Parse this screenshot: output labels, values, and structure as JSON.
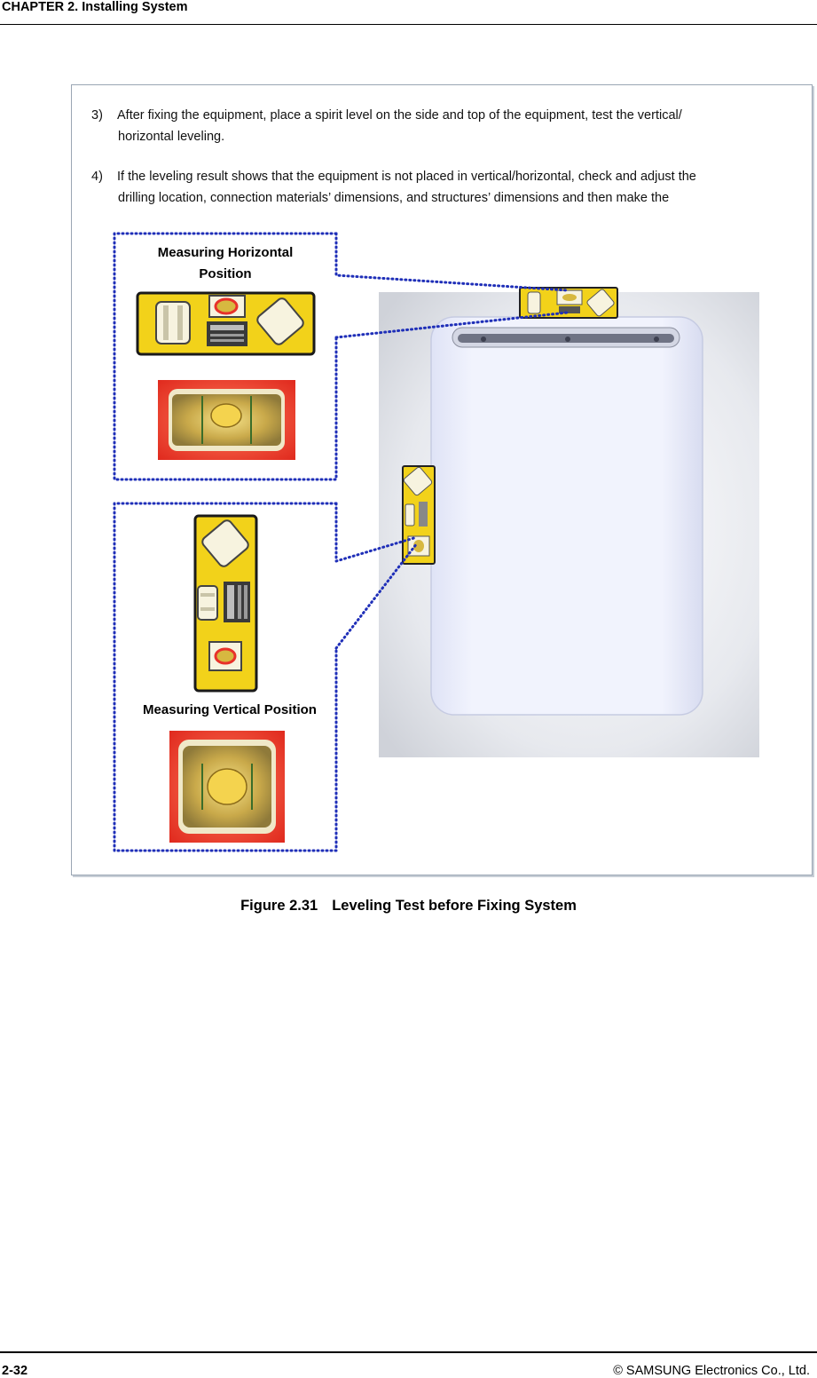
{
  "header": {
    "chapter_title": "CHAPTER 2. Installing System"
  },
  "steps": [
    {
      "number": "3)",
      "line1": "After fixing the equipment, place a spirit level on the side and top of the equipment, test the vertical/",
      "line2": "horizontal leveling."
    },
    {
      "number": "4)",
      "line1": "If the leveling result shows that the equipment is not placed in vertical/horizontal, check and adjust the",
      "line2": "drilling location, connection materials’ dimensions, and structures’ dimensions and then make the"
    }
  ],
  "figure": {
    "horizontal_label_line1": "Measuring Horizontal",
    "horizontal_label_line2": "Position",
    "vertical_label": "Measuring Vertical Position",
    "caption_number": "Figure 2.31",
    "caption_title": "Leveling Test before Fixing System"
  },
  "footer": {
    "page_number": "2-32",
    "copyright": "© SAMSUNG Electronics Co., Ltd."
  },
  "colors": {
    "level_yellow": "#f2d21a",
    "dotted_blue": "#1f2fb8",
    "bubble_red": "#e8322a",
    "equipment_white": "#eef0fb"
  }
}
